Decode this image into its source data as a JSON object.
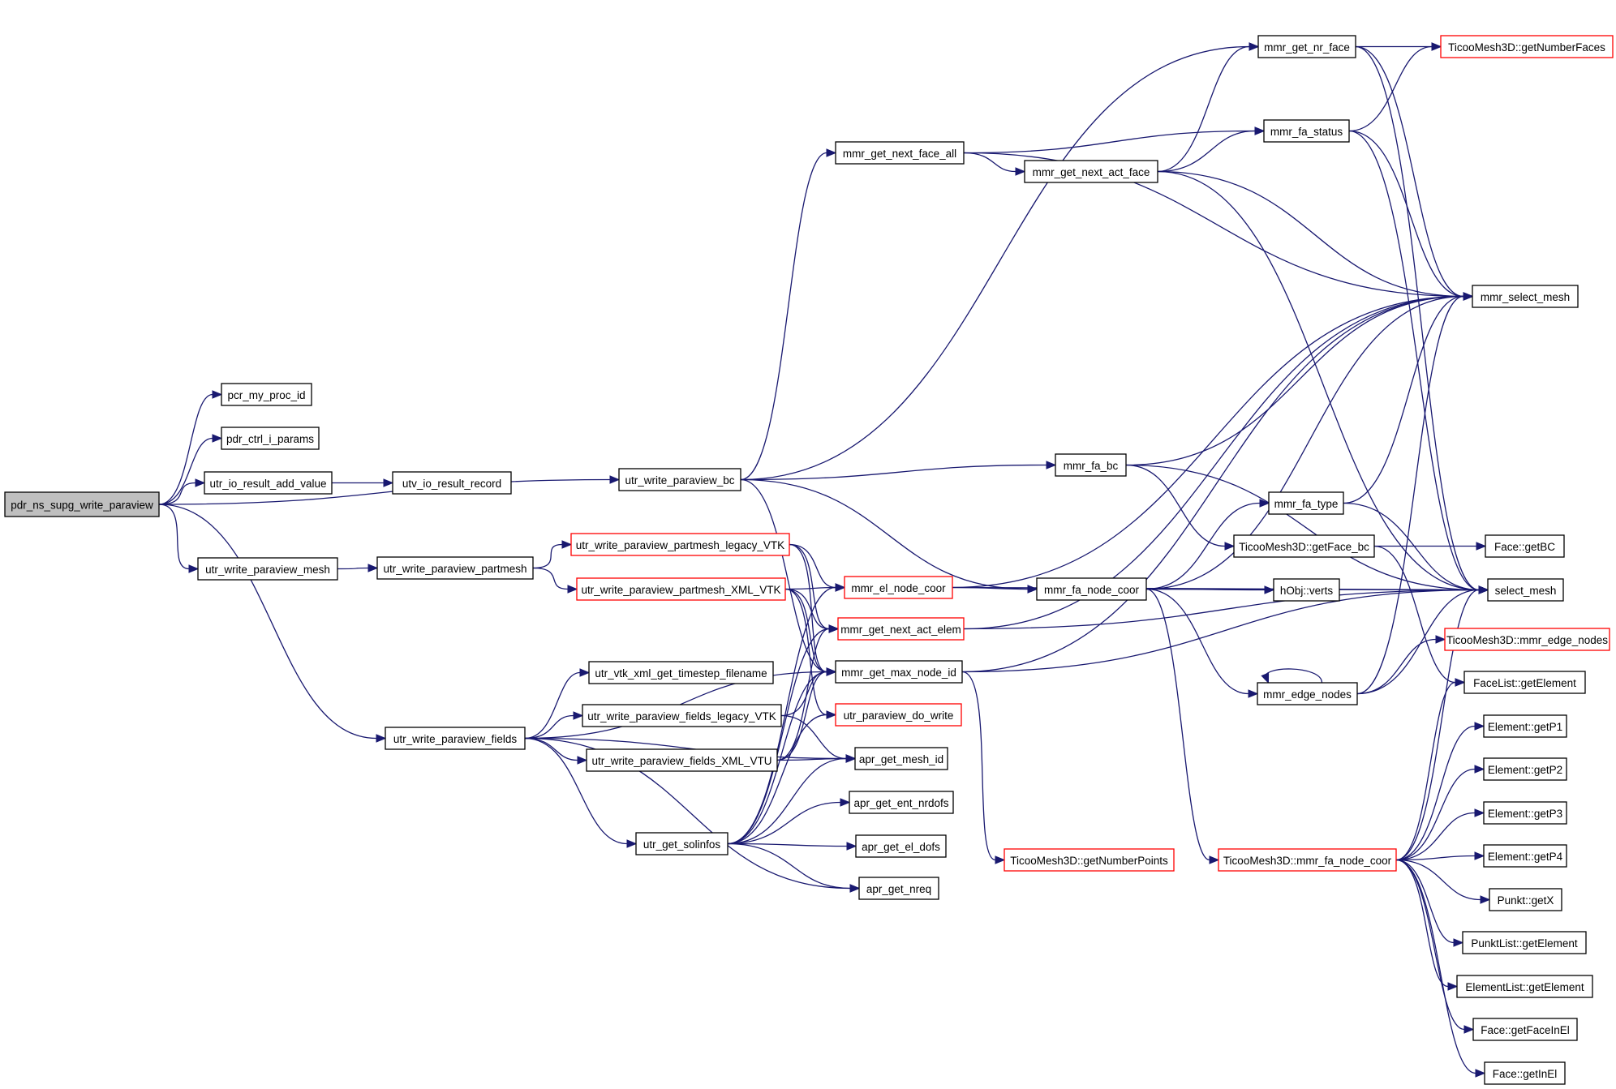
{
  "colors": {
    "edge": "#191970",
    "node_border": "#000000",
    "node_border_link": "#ff0000",
    "root_fill": "#bfbfbf"
  },
  "nodes": [
    {
      "id": "pdr_ns_supg_write_paraview",
      "label": "pdr_ns_supg_write_paraview",
      "border": "black",
      "root": true
    },
    {
      "id": "pcr_my_proc_id",
      "label": "pcr_my_proc_id",
      "border": "black"
    },
    {
      "id": "pdr_ctrl_i_params",
      "label": "pdr_ctrl_i_params",
      "border": "black"
    },
    {
      "id": "utr_io_result_add_value",
      "label": "utr_io_result_add_value",
      "border": "black"
    },
    {
      "id": "utv_io_result_record",
      "label": "utv_io_result_record",
      "border": "black"
    },
    {
      "id": "utr_write_paraview_bc",
      "label": "utr_write_paraview_bc",
      "border": "black"
    },
    {
      "id": "utr_write_paraview_mesh",
      "label": "utr_write_paraview_mesh",
      "border": "black"
    },
    {
      "id": "utr_write_paraview_partmesh",
      "label": "utr_write_paraview_partmesh",
      "border": "black"
    },
    {
      "id": "utr_write_paraview_partmesh_legacy_VTK",
      "label": "utr_write_paraview_partmesh_legacy_VTK",
      "border": "red"
    },
    {
      "id": "utr_write_paraview_partmesh_XML_VTK",
      "label": "utr_write_paraview_partmesh_XML_VTK",
      "border": "red"
    },
    {
      "id": "utr_write_paraview_fields",
      "label": "utr_write_paraview_fields",
      "border": "black"
    },
    {
      "id": "utr_vtk_xml_get_timestep_filename",
      "label": "utr_vtk_xml_get_timestep_filename",
      "border": "black"
    },
    {
      "id": "utr_write_paraview_fields_legacy_VTK",
      "label": "utr_write_paraview_fields_legacy_VTK",
      "border": "black"
    },
    {
      "id": "utr_write_paraview_fields_XML_VTU",
      "label": "utr_write_paraview_fields_XML_VTU",
      "border": "black"
    },
    {
      "id": "utr_get_solinfos",
      "label": "utr_get_solinfos",
      "border": "black"
    },
    {
      "id": "mmr_get_next_face_all",
      "label": "mmr_get_next_face_all",
      "border": "black"
    },
    {
      "id": "mmr_get_nr_face",
      "label": "mmr_get_nr_face",
      "border": "black"
    },
    {
      "id": "mmr_get_next_act_face",
      "label": "mmr_get_next_act_face",
      "border": "black"
    },
    {
      "id": "mmr_fa_status",
      "label": "mmr_fa_status",
      "border": "black"
    },
    {
      "id": "mmr_fa_bc",
      "label": "mmr_fa_bc",
      "border": "black"
    },
    {
      "id": "mmr_el_node_coor",
      "label": "mmr_el_node_coor",
      "border": "red"
    },
    {
      "id": "mmr_get_next_act_elem",
      "label": "mmr_get_next_act_elem",
      "border": "red"
    },
    {
      "id": "mmr_get_max_node_id",
      "label": "mmr_get_max_node_id",
      "border": "black"
    },
    {
      "id": "utr_paraview_do_write",
      "label": "utr_paraview_do_write",
      "border": "red"
    },
    {
      "id": "apr_get_mesh_id",
      "label": "apr_get_mesh_id",
      "border": "black"
    },
    {
      "id": "apr_get_ent_nrdofs",
      "label": "apr_get_ent_nrdofs",
      "border": "black"
    },
    {
      "id": "apr_get_el_dofs",
      "label": "apr_get_el_dofs",
      "border": "black"
    },
    {
      "id": "apr_get_nreq",
      "label": "apr_get_nreq",
      "border": "black"
    },
    {
      "id": "mmr_fa_node_coor",
      "label": "mmr_fa_node_coor",
      "border": "black"
    },
    {
      "id": "mmr_fa_type",
      "label": "mmr_fa_type",
      "border": "black"
    },
    {
      "id": "TicooMesh3D_getFace_bc",
      "label": "TicooMesh3D::getFace_bc",
      "border": "black"
    },
    {
      "id": "hObj_verts",
      "label": "hObj::verts",
      "border": "black"
    },
    {
      "id": "mmr_edge_nodes",
      "label": "mmr_edge_nodes",
      "border": "black"
    },
    {
      "id": "TicooMesh3D_getNumberPoints",
      "label": "TicooMesh3D::getNumberPoints",
      "border": "red"
    },
    {
      "id": "TicooMesh3D_mmr_fa_node_coor",
      "label": "TicooMesh3D::mmr_fa_node_coor",
      "border": "red"
    },
    {
      "id": "TicooMesh3D_getNumberFaces",
      "label": "TicooMesh3D::getNumberFaces",
      "border": "red"
    },
    {
      "id": "mmr_select_mesh",
      "label": "mmr_select_mesh",
      "border": "black"
    },
    {
      "id": "Face_getBC",
      "label": "Face::getBC",
      "border": "black"
    },
    {
      "id": "select_mesh",
      "label": "select_mesh",
      "border": "black"
    },
    {
      "id": "TicooMesh3D_mmr_edge_nodes",
      "label": "TicooMesh3D::mmr_edge_nodes",
      "border": "red"
    },
    {
      "id": "FaceList_getElement",
      "label": "FaceList::getElement",
      "border": "black"
    },
    {
      "id": "Element_getP1",
      "label": "Element::getP1",
      "border": "black"
    },
    {
      "id": "Element_getP2",
      "label": "Element::getP2",
      "border": "black"
    },
    {
      "id": "Element_getP3",
      "label": "Element::getP3",
      "border": "black"
    },
    {
      "id": "Element_getP4",
      "label": "Element::getP4",
      "border": "black"
    },
    {
      "id": "Punkt_getX",
      "label": "Punkt::getX",
      "border": "black"
    },
    {
      "id": "PunktList_getElement",
      "label": "PunktList::getElement",
      "border": "black"
    },
    {
      "id": "ElementList_getElement",
      "label": "ElementList::getElement",
      "border": "black"
    },
    {
      "id": "Face_getFaceInEl",
      "label": "Face::getFaceInEl",
      "border": "black"
    },
    {
      "id": "Face_getInEl",
      "label": "Face::getInEl",
      "border": "black"
    }
  ],
  "edges": [
    [
      "pdr_ns_supg_write_paraview",
      "pcr_my_proc_id"
    ],
    [
      "pdr_ns_supg_write_paraview",
      "pdr_ctrl_i_params"
    ],
    [
      "pdr_ns_supg_write_paraview",
      "utr_io_result_add_value"
    ],
    [
      "pdr_ns_supg_write_paraview",
      "utr_write_paraview_bc"
    ],
    [
      "pdr_ns_supg_write_paraview",
      "utr_write_paraview_mesh"
    ],
    [
      "pdr_ns_supg_write_paraview",
      "utr_write_paraview_fields"
    ],
    [
      "utr_io_result_add_value",
      "utv_io_result_record"
    ],
    [
      "utr_write_paraview_bc",
      "mmr_get_nr_face"
    ],
    [
      "utr_write_paraview_bc",
      "mmr_get_next_face_all"
    ],
    [
      "utr_write_paraview_bc",
      "mmr_fa_bc"
    ],
    [
      "utr_write_paraview_bc",
      "mmr_fa_node_coor"
    ],
    [
      "utr_write_paraview_bc",
      "mmr_get_max_node_id"
    ],
    [
      "utr_write_paraview_mesh",
      "utr_write_paraview_partmesh"
    ],
    [
      "utr_write_paraview_partmesh",
      "utr_write_paraview_partmesh_legacy_VTK"
    ],
    [
      "utr_write_paraview_partmesh",
      "utr_write_paraview_partmesh_XML_VTK"
    ],
    [
      "utr_write_paraview_partmesh_legacy_VTK",
      "mmr_el_node_coor"
    ],
    [
      "utr_write_paraview_partmesh_legacy_VTK",
      "mmr_get_next_act_elem"
    ],
    [
      "utr_write_paraview_partmesh_legacy_VTK",
      "mmr_get_max_node_id"
    ],
    [
      "utr_write_paraview_partmesh_XML_VTK",
      "mmr_el_node_coor"
    ],
    [
      "utr_write_paraview_partmesh_XML_VTK",
      "mmr_get_next_act_elem"
    ],
    [
      "utr_write_paraview_partmesh_XML_VTK",
      "mmr_get_max_node_id"
    ],
    [
      "utr_write_paraview_partmesh_XML_VTK",
      "utr_paraview_do_write"
    ],
    [
      "utr_write_paraview_fields",
      "utr_vtk_xml_get_timestep_filename"
    ],
    [
      "utr_write_paraview_fields",
      "utr_write_paraview_fields_legacy_VTK"
    ],
    [
      "utr_write_paraview_fields",
      "utr_write_paraview_fields_XML_VTU"
    ],
    [
      "utr_write_paraview_fields",
      "utr_get_solinfos"
    ],
    [
      "utr_write_paraview_fields",
      "mmr_get_max_node_id"
    ],
    [
      "utr_write_paraview_fields",
      "apr_get_mesh_id"
    ],
    [
      "utr_write_paraview_fields",
      "apr_get_nreq"
    ],
    [
      "utr_write_paraview_fields_legacy_VTK",
      "mmr_get_max_node_id"
    ],
    [
      "utr_write_paraview_fields_legacy_VTK",
      "apr_get_mesh_id"
    ],
    [
      "utr_write_paraview_fields_XML_VTU",
      "mmr_get_next_act_elem"
    ],
    [
      "utr_write_paraview_fields_XML_VTU",
      "mmr_get_max_node_id"
    ],
    [
      "utr_write_paraview_fields_XML_VTU",
      "apr_get_mesh_id"
    ],
    [
      "utr_get_solinfos",
      "mmr_el_node_coor"
    ],
    [
      "utr_get_solinfos",
      "mmr_get_next_act_elem"
    ],
    [
      "utr_get_solinfos",
      "mmr_get_max_node_id"
    ],
    [
      "utr_get_solinfos",
      "utr_paraview_do_write"
    ],
    [
      "utr_get_solinfos",
      "apr_get_mesh_id"
    ],
    [
      "utr_get_solinfos",
      "apr_get_ent_nrdofs"
    ],
    [
      "utr_get_solinfos",
      "apr_get_el_dofs"
    ],
    [
      "utr_get_solinfos",
      "apr_get_nreq"
    ],
    [
      "mmr_get_next_face_all",
      "mmr_select_mesh"
    ],
    [
      "mmr_get_next_face_all",
      "mmr_fa_status"
    ],
    [
      "mmr_get_next_face_all",
      "mmr_get_next_act_face"
    ],
    [
      "mmr_get_nr_face",
      "TicooMesh3D_getNumberFaces"
    ],
    [
      "mmr_get_nr_face",
      "mmr_select_mesh"
    ],
    [
      "mmr_get_nr_face",
      "select_mesh"
    ],
    [
      "mmr_get_next_act_face",
      "mmr_get_nr_face"
    ],
    [
      "mmr_get_next_act_face",
      "mmr_fa_status"
    ],
    [
      "mmr_get_next_act_face",
      "mmr_select_mesh"
    ],
    [
      "mmr_get_next_act_face",
      "select_mesh"
    ],
    [
      "mmr_fa_status",
      "TicooMesh3D_getNumberFaces"
    ],
    [
      "mmr_fa_status",
      "mmr_select_mesh"
    ],
    [
      "mmr_fa_status",
      "select_mesh"
    ],
    [
      "mmr_fa_bc",
      "mmr_select_mesh"
    ],
    [
      "mmr_fa_bc",
      "TicooMesh3D_getFace_bc"
    ],
    [
      "mmr_fa_bc",
      "select_mesh"
    ],
    [
      "mmr_el_node_coor",
      "mmr_select_mesh"
    ],
    [
      "mmr_el_node_coor",
      "mmr_fa_node_coor"
    ],
    [
      "mmr_el_node_coor",
      "select_mesh"
    ],
    [
      "mmr_get_next_act_elem",
      "mmr_select_mesh"
    ],
    [
      "mmr_get_next_act_elem",
      "select_mesh"
    ],
    [
      "mmr_get_max_node_id",
      "mmr_select_mesh"
    ],
    [
      "mmr_get_max_node_id",
      "TicooMesh3D_getNumberPoints"
    ],
    [
      "mmr_get_max_node_id",
      "select_mesh"
    ],
    [
      "mmr_fa_node_coor",
      "mmr_select_mesh"
    ],
    [
      "mmr_fa_node_coor",
      "mmr_fa_type"
    ],
    [
      "mmr_fa_node_coor",
      "hObj_verts"
    ],
    [
      "mmr_fa_node_coor",
      "select_mesh"
    ],
    [
      "mmr_fa_node_coor",
      "mmr_edge_nodes"
    ],
    [
      "mmr_fa_node_coor",
      "TicooMesh3D_mmr_fa_node_coor"
    ],
    [
      "mmr_fa_type",
      "mmr_select_mesh"
    ],
    [
      "mmr_fa_type",
      "select_mesh"
    ],
    [
      "TicooMesh3D_getFace_bc",
      "Face_getBC"
    ],
    [
      "TicooMesh3D_getFace_bc",
      "FaceList_getElement"
    ],
    [
      "mmr_edge_nodes",
      "mmr_edge_nodes"
    ],
    [
      "mmr_edge_nodes",
      "mmr_select_mesh"
    ],
    [
      "mmr_edge_nodes",
      "select_mesh"
    ],
    [
      "mmr_edge_nodes",
      "TicooMesh3D_mmr_edge_nodes"
    ],
    [
      "TicooMesh3D_mmr_fa_node_coor",
      "select_mesh"
    ],
    [
      "TicooMesh3D_mmr_fa_node_coor",
      "FaceList_getElement"
    ],
    [
      "TicooMesh3D_mmr_fa_node_coor",
      "Element_getP1"
    ],
    [
      "TicooMesh3D_mmr_fa_node_coor",
      "Element_getP2"
    ],
    [
      "TicooMesh3D_mmr_fa_node_coor",
      "Element_getP3"
    ],
    [
      "TicooMesh3D_mmr_fa_node_coor",
      "Element_getP4"
    ],
    [
      "TicooMesh3D_mmr_fa_node_coor",
      "Punkt_getX"
    ],
    [
      "TicooMesh3D_mmr_fa_node_coor",
      "PunktList_getElement"
    ],
    [
      "TicooMesh3D_mmr_fa_node_coor",
      "ElementList_getElement"
    ],
    [
      "TicooMesh3D_mmr_fa_node_coor",
      "Face_getFaceInEl"
    ],
    [
      "TicooMesh3D_mmr_fa_node_coor",
      "Face_getInEl"
    ]
  ]
}
